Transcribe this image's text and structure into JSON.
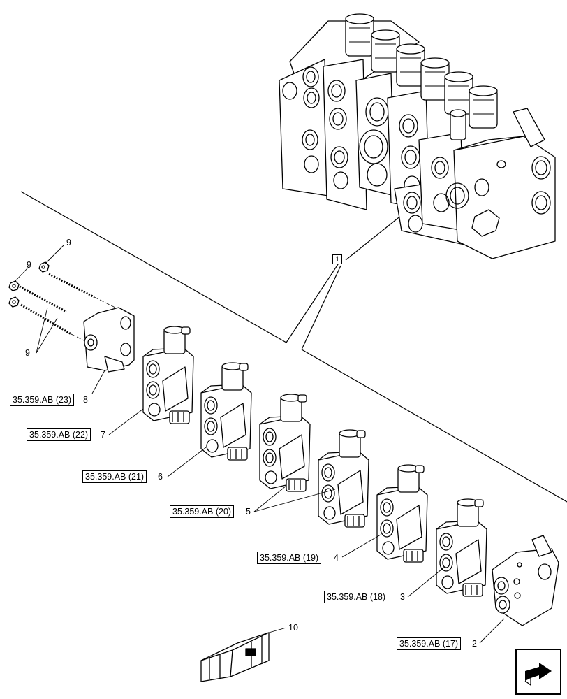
{
  "assembly_callout": "1",
  "item_numbers": {
    "n2": "2",
    "n3": "3",
    "n4": "4",
    "n5": "5",
    "n6": "6",
    "n7": "7",
    "n8": "8",
    "n9a": "9",
    "n9b": "9",
    "n9c": "9",
    "n10": "10"
  },
  "references": {
    "r23": "35.359.AB (23)",
    "r22": "35.359.AB (22)",
    "r21": "35.359.AB (21)",
    "r20": "35.359.AB (20)",
    "r19": "35.359.AB (19)",
    "r18": "35.359.AB (18)",
    "r17": "35.359.AB (17)"
  },
  "nav_icon": "next-page-arrow-icon",
  "colors": {
    "line": "#000000",
    "background": "#ffffff"
  }
}
